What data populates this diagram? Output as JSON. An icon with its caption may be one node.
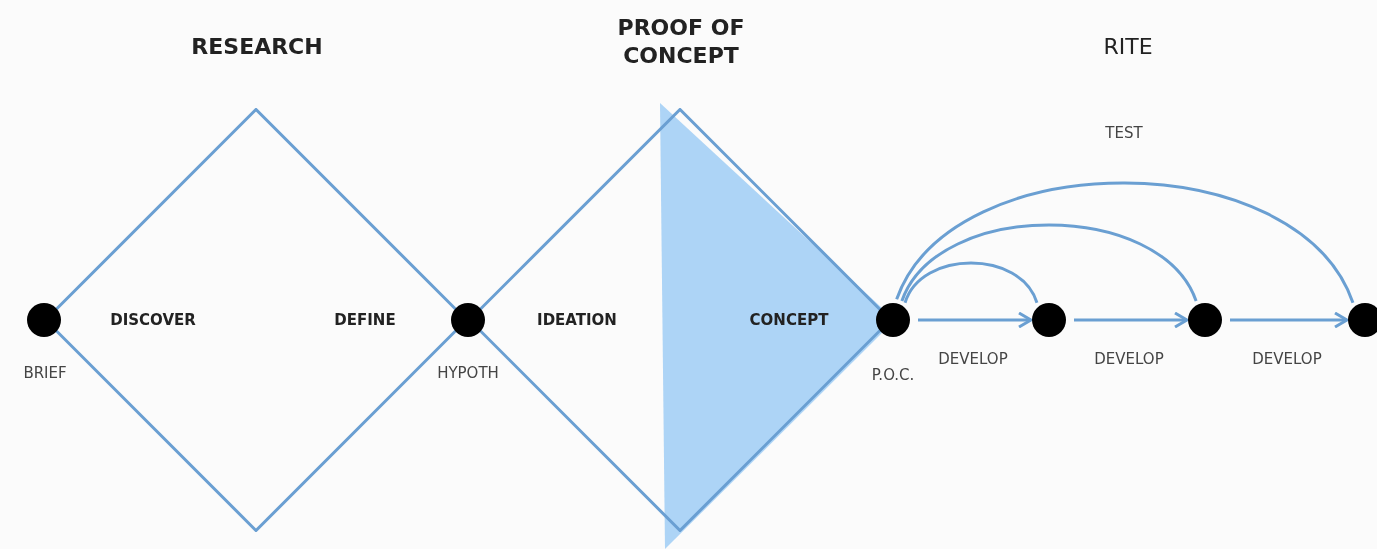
{
  "diagram": {
    "nodes": [
      {
        "text": [
          "DISCOVER",
          "DEFINE"
        ]
      },
      {
        "text": [
          "IDEATION",
          "CONCEPT"
        ]
      },
      {
        "text": [],
        "shape": "circle"
      },
      {
        "text": [],
        "shape": "circle"
      },
      {
        "text": [],
        "shape": "circle"
      },
      {
        "text": [],
        "shape": "circle"
      },
      {
        "text": [],
        "shape": "circle"
      },
      {
        "text": [],
        "shape": "circle"
      }
    ],
    "edges": [
      {
        "from": 4,
        "to": 5,
        "arrow": "to",
        "label": "DEVELOP"
      },
      {
        "from": 5,
        "to": 6,
        "arrow": "to",
        "label": "DEVELOP"
      },
      {
        "from": 6,
        "to": 7,
        "arrow": "to",
        "label": "DEVELOP"
      },
      {
        "from": 4,
        "to": 5,
        "arrow": "none"
      },
      {
        "from": 4,
        "to": 6,
        "arrow": "none"
      },
      {
        "from": 4,
        "to": 7,
        "arrow": "none"
      }
    ],
    "labels": [
      "RESEARCH",
      "PROOF OF CONCEPT",
      "RITE",
      "TEST",
      "BRIEF",
      "HYPOTH",
      "P.O.C."
    ]
  }
}
